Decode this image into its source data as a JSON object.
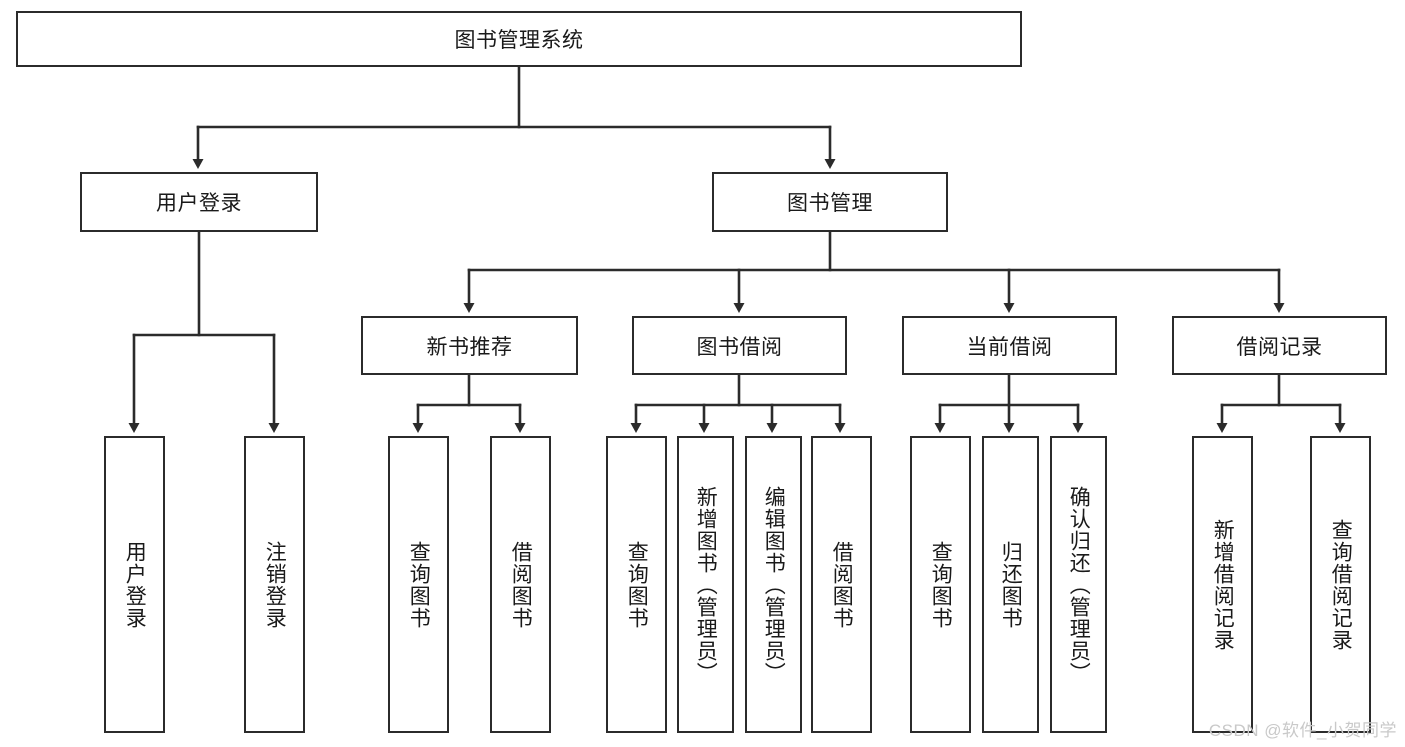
{
  "diagram": {
    "title": "图书管理系统",
    "type": "tree",
    "colors": {
      "box_border": "#2b2b2b",
      "box_fill": "#ffffff",
      "connector": "#2b2b2b",
      "text": "#1a1a1a",
      "watermark": "#c9c9c9",
      "background": "#ffffff"
    },
    "root": {
      "label": "图书管理系统"
    },
    "level2": [
      {
        "label": "用户登录"
      },
      {
        "label": "图书管理"
      }
    ],
    "level3": [
      {
        "label": "新书推荐"
      },
      {
        "label": "图书借阅"
      },
      {
        "label": "当前借阅"
      },
      {
        "label": "借阅记录"
      }
    ],
    "leaves": {
      "user_login": [
        {
          "label": "用户登录"
        },
        {
          "label": "注销登录"
        }
      ],
      "new_book_recommend": [
        {
          "label": "查询图书"
        },
        {
          "label": "借阅图书"
        }
      ],
      "book_borrow": [
        {
          "label": "查询图书"
        },
        {
          "label": "新增图书（管理员）"
        },
        {
          "label": "编辑图书（管理员）"
        },
        {
          "label": "借阅图书"
        }
      ],
      "current_borrow": [
        {
          "label": "查询图书"
        },
        {
          "label": "归还图书"
        },
        {
          "label": "确认归还（管理员）"
        }
      ],
      "borrow_record": [
        {
          "label": "新增借阅记录"
        },
        {
          "label": "查询借阅记录"
        }
      ]
    },
    "watermark": "CSDN @软件_小贺同学"
  }
}
